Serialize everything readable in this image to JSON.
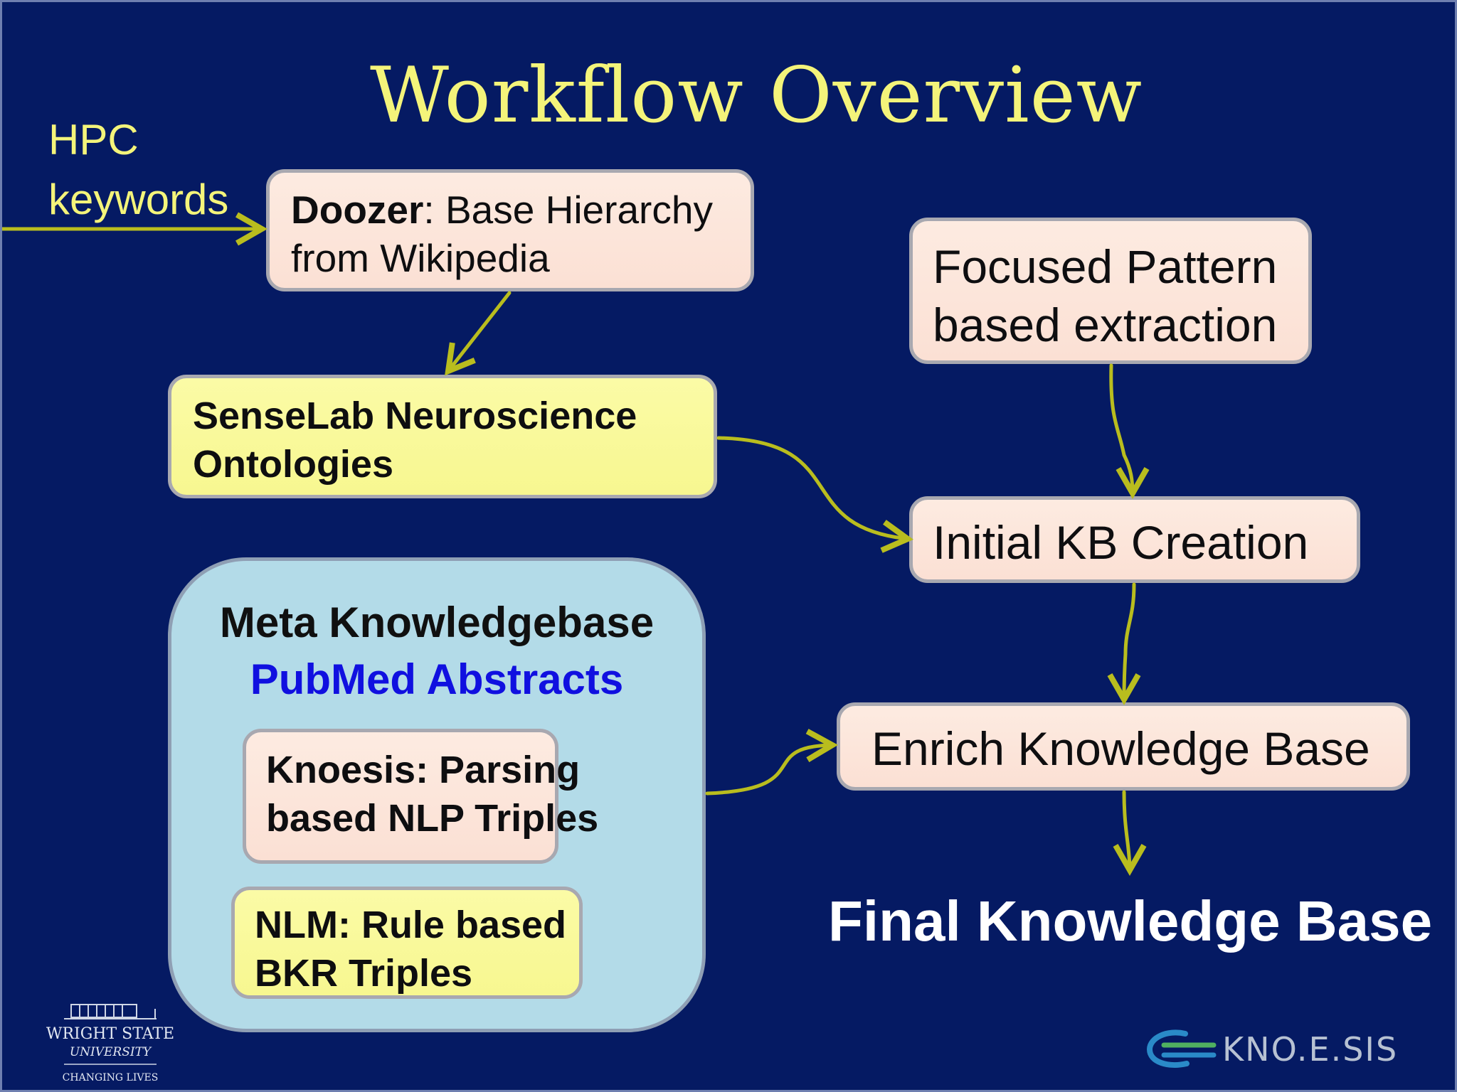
{
  "title": "Workflow Overview",
  "input_label": {
    "line1": "HPC",
    "line2": "keywords"
  },
  "doozer": {
    "bold": "Doozer",
    "rest": ": Base Hierarchy",
    "line2": "from Wikipedia"
  },
  "senselab": {
    "line1": "SenseLab Neuroscience",
    "line2": "Ontologies"
  },
  "focused": {
    "line1": "Focused Pattern",
    "line2": "based extraction"
  },
  "initial_kb": "Initial KB Creation",
  "meta_kb": {
    "title": "Meta Knowledgebase",
    "subtitle": "PubMed Abstracts",
    "knoesis": {
      "line1": "Knoesis: Parsing",
      "line2": "based NLP Triples"
    },
    "nlm": {
      "line1": "NLM: Rule based",
      "line2": "BKR Triples"
    }
  },
  "enrich": "Enrich Knowledge Base",
  "final": "Final Knowledge Base",
  "logos": {
    "wsu_line1": "WRIGHT STATE",
    "wsu_line2": "UNIVERSITY",
    "wsu_line3": "CHANGING LIVES",
    "knoesis": "KNO.E.SIS"
  },
  "colors": {
    "background": "#051a63",
    "title": "#f4f47a",
    "arrow": "#b9bd1e",
    "peach_box": "#fbe3d7",
    "yellow_box": "#f8f896",
    "meta_box": "#b3dbe8",
    "subtitle_blue": "#1010e0"
  }
}
